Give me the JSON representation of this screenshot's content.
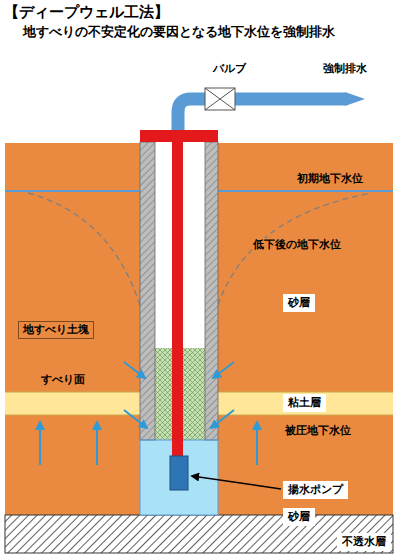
{
  "diagram": {
    "title": "【ディープウェル工法】",
    "nodes": [
      {
        "text": [
          "砂層"
        ]
      },
      {
        "text": [
          "地すべり土塊"
        ]
      },
      {
        "text": [
          "粘土層"
        ]
      },
      {
        "text": [
          "揚水ポンプ"
        ]
      },
      {
        "text": [
          "砂層"
        ]
      },
      {
        "text": [
          "不透水層"
        ]
      }
    ],
    "labels": [
      "地すべりの不安定化の要因となる地下水位を強制排水",
      "バルブ",
      "強制排水",
      "初期地下水位",
      "低下後の地下水位",
      "すべり面",
      "被圧地下水位"
    ]
  }
}
